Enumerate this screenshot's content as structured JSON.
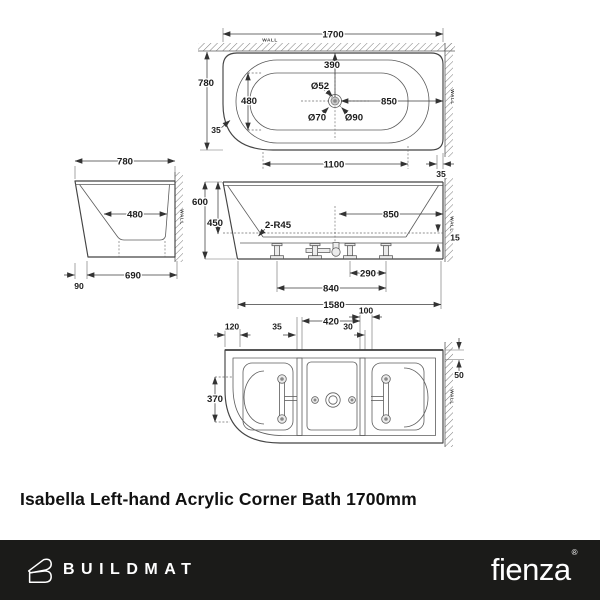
{
  "title": "Isabella Left-hand Acrylic Corner Bath 1700mm",
  "footer": {
    "brand": "BUILDMAT",
    "vendor": "fienza",
    "trademark": "®",
    "bg": "#1b1b19"
  },
  "drawing": {
    "wall_label": "WALL",
    "top_view": {
      "overall_length": "1700",
      "overall_depth": "780",
      "drain_from_wall": "390",
      "basin_depth": "480",
      "drain_to_side_wall": "850",
      "rim_radius": "35",
      "waste_dia": "Ø52",
      "overflow_dia": "Ø70",
      "drain_dia": "Ø90",
      "flat_base_length": "1100",
      "wall_gap": "35"
    },
    "side_view": {
      "overall_width": "780",
      "basin_width": "480",
      "base_width": "690",
      "base_offset": "90"
    },
    "front_view": {
      "overall_height": "600",
      "inner_depth": "450",
      "corner_radius_note": "2-R45",
      "drain_to_side_wall": "850",
      "base_gap": "15",
      "feet_spacing_inner": "290",
      "feet_spacing_outer": "840",
      "base_length": "1580"
    },
    "bottom_view": {
      "edge_offset": "120",
      "rail_gap": "35",
      "rail_span": "420",
      "pair_spacing": "100",
      "strip_gap": "30",
      "corner_width": "370",
      "wall_inset": "50"
    }
  }
}
